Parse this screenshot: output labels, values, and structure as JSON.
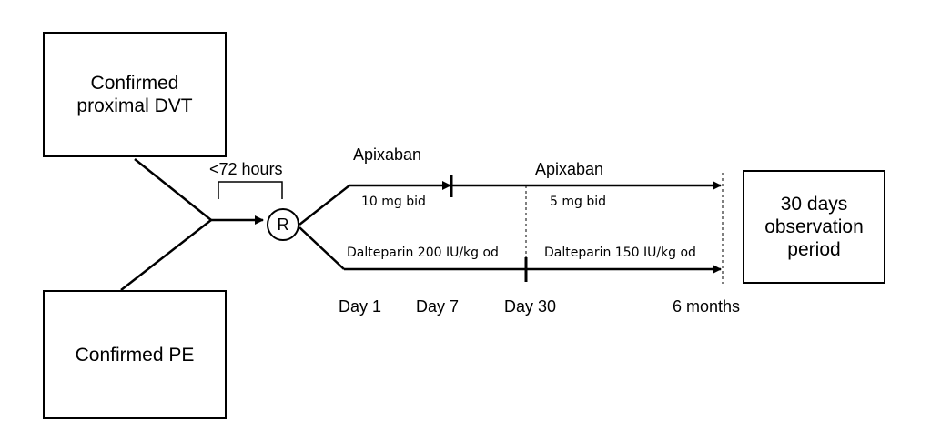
{
  "boxes": {
    "dvt": {
      "line1": "Confirmed",
      "line2": "proximal DVT"
    },
    "pe": {
      "label": "Confirmed PE"
    },
    "observation": {
      "line1": "30 days",
      "line2": "observation",
      "line3": "period"
    }
  },
  "window_label": "<72 hours",
  "randomization_label": "R",
  "arms": {
    "apixaban": {
      "name_phase1": "Apixaban",
      "dose_phase1": "10 mg bid",
      "name_phase2": "Apixaban",
      "dose_phase2": "5 mg bid"
    },
    "dalteparin": {
      "dose_phase1": "Dalteparin 200 IU/kg od",
      "dose_phase2": "Dalteparin 150 IU/kg od"
    }
  },
  "timepoints": [
    "Day 1",
    "Day 7",
    "Day 30",
    "6 months"
  ],
  "colors": {
    "line": "#000000",
    "background": "#ffffff"
  }
}
